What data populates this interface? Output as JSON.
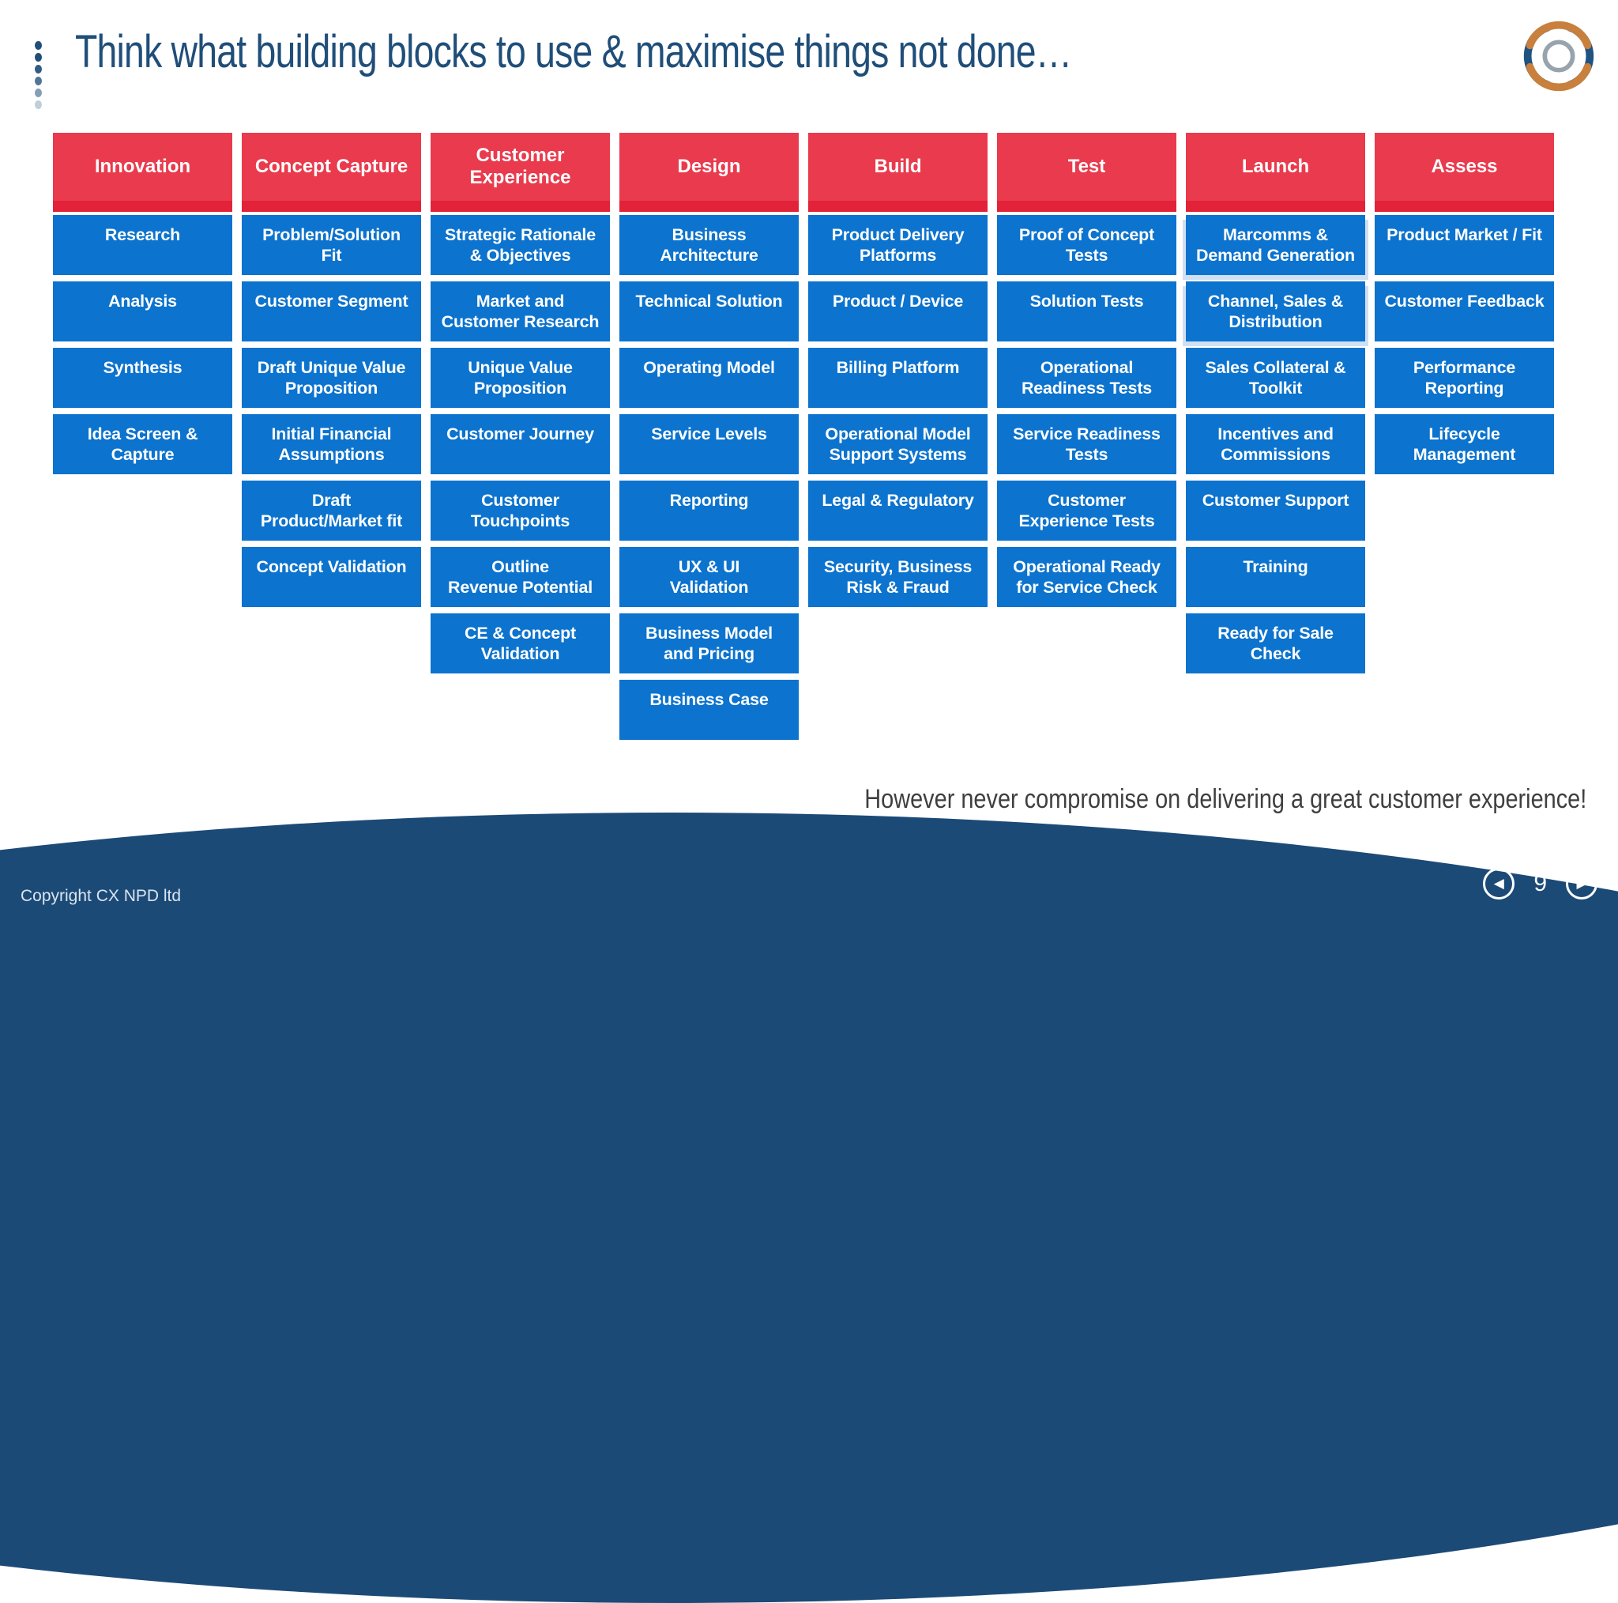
{
  "title": "Think what building blocks to use & maximise things not done…",
  "footer_note": "However never compromise on delivering a great customer experience!",
  "copyright": "Copyright CX NPD ltd",
  "page_number": "9",
  "nav": {
    "prev_icon": "◀",
    "next_icon": "▶"
  },
  "colors": {
    "header_red": "#EA3A4D",
    "header_red_dark": "#E22239",
    "block_blue": "#0C73CE",
    "title_navy": "#1F4E79",
    "wave_navy": "#1C4A77",
    "footer_text_grey": "#3F3F3F",
    "logo_orange": "#C8803C",
    "logo_blue": "#1E5382"
  },
  "columns": [
    {
      "header": "Innovation",
      "blocks": [
        "Research",
        "Analysis",
        "Synthesis",
        "Idea Screen &\nCapture"
      ]
    },
    {
      "header": "Concept Capture",
      "blocks": [
        "Problem/Solution\nFit",
        "Customer Segment",
        "Draft Unique Value\nProposition",
        "Initial Financial\nAssumptions",
        "Draft\nProduct/Market fit",
        "Concept Validation"
      ]
    },
    {
      "header": "Customer\nExperience",
      "blocks": [
        "Strategic Rationale\n& Objectives",
        "Market and\nCustomer Research",
        "Unique Value\nProposition",
        "Customer Journey",
        "Customer\nTouchpoints",
        "Outline\nRevenue Potential",
        "CE & Concept\nValidation"
      ]
    },
    {
      "header": "Design",
      "blocks": [
        "Business\nArchitecture",
        "Technical Solution",
        "Operating Model",
        "Service Levels",
        "Reporting",
        "UX & UI\nValidation",
        "Business Model\nand Pricing",
        "Business Case"
      ]
    },
    {
      "header": "Build",
      "blocks": [
        "Product Delivery\nPlatforms",
        "Product / Device",
        "Billing Platform",
        "Operational Model\nSupport Systems",
        "Legal & Regulatory",
        "Security, Business\nRisk & Fraud"
      ]
    },
    {
      "header": "Test",
      "blocks": [
        "Proof of Concept\nTests",
        "Solution Tests",
        "Operational\nReadiness Tests",
        "Service Readiness\nTests",
        "Customer\nExperience Tests",
        "Operational Ready\nfor Service Check"
      ]
    },
    {
      "header": "Launch",
      "blocks": [
        "Marcomms &\nDemand Generation",
        "Channel, Sales &\nDistribution",
        "Sales Collateral &\nToolkit",
        "Incentives and\nCommissions",
        "Customer Support",
        "Training",
        "Ready for Sale\nCheck"
      ]
    },
    {
      "header": "Assess",
      "blocks": [
        "Product Market / Fit",
        "Customer Feedback",
        "Performance\nReporting",
        "Lifecycle\nManagement"
      ]
    }
  ]
}
